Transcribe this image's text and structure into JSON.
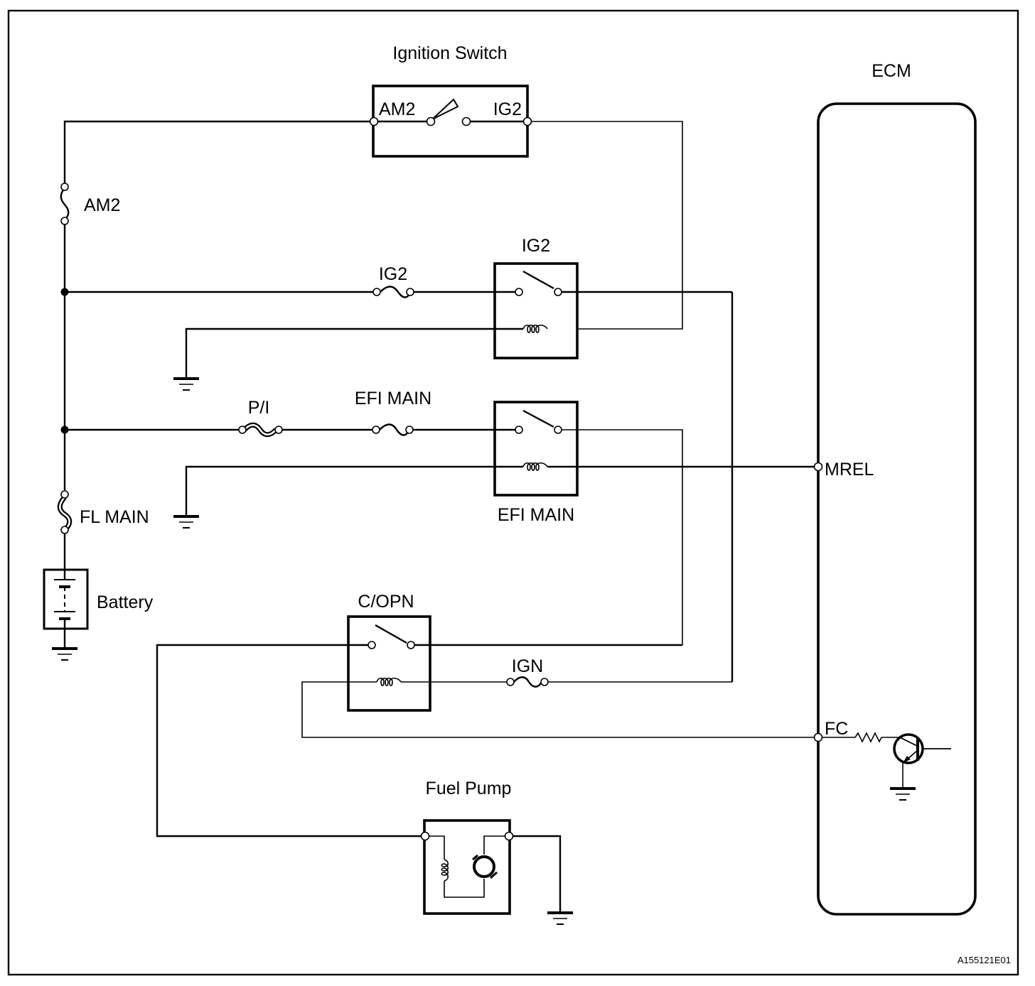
{
  "diagram": {
    "type": "wiring-schematic",
    "figure_code": "A155121E01",
    "components": {
      "ignition_switch": {
        "label": "Ignition Switch",
        "pin_in": "AM2",
        "pin_out": "IG2"
      },
      "ecm": {
        "label": "ECM",
        "pins": {
          "mrel": "MREL",
          "fc": "FC"
        }
      },
      "fuse_am2": {
        "label": "AM2"
      },
      "fuse_ig2": {
        "label": "IG2"
      },
      "relay_ig2": {
        "label": "IG2"
      },
      "fuse_pi": {
        "label": "P/I"
      },
      "fuse_efi_main": {
        "label": "EFI MAIN"
      },
      "relay_efi_main": {
        "label": "EFI MAIN"
      },
      "fuse_fl_main": {
        "label": "FL MAIN"
      },
      "battery": {
        "label": "Battery"
      },
      "relay_copn": {
        "label": "C/OPN"
      },
      "fuse_ign": {
        "label": "IGN"
      },
      "fuel_pump": {
        "label": "Fuel Pump"
      }
    }
  }
}
